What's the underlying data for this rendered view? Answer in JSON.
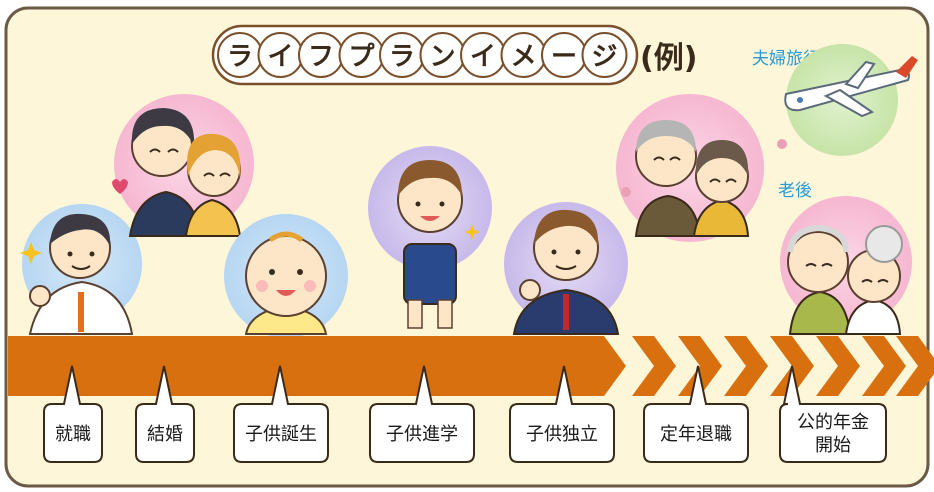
{
  "title": {
    "chars": [
      "ラ",
      "イ",
      "フ",
      "プ",
      "ラ",
      "ン",
      "イ",
      "メ",
      "ー",
      "ジ"
    ],
    "suffix": "(例)"
  },
  "annotations": {
    "couple_trip": "夫婦旅行",
    "old_age": "老後"
  },
  "milestones": [
    {
      "label": "就職"
    },
    {
      "label": "結婚"
    },
    {
      "label": "子供誕生"
    },
    {
      "label": "子供進学"
    },
    {
      "label": "子供独立"
    },
    {
      "label": "定年退職"
    },
    {
      "label": "公的年金",
      "label2": "開始"
    }
  ],
  "colors": {
    "frame_border": "#6b5a45",
    "background": "#fdf6d8",
    "timeline": "#d9700f",
    "title_outline": "#7a4f2a"
  }
}
